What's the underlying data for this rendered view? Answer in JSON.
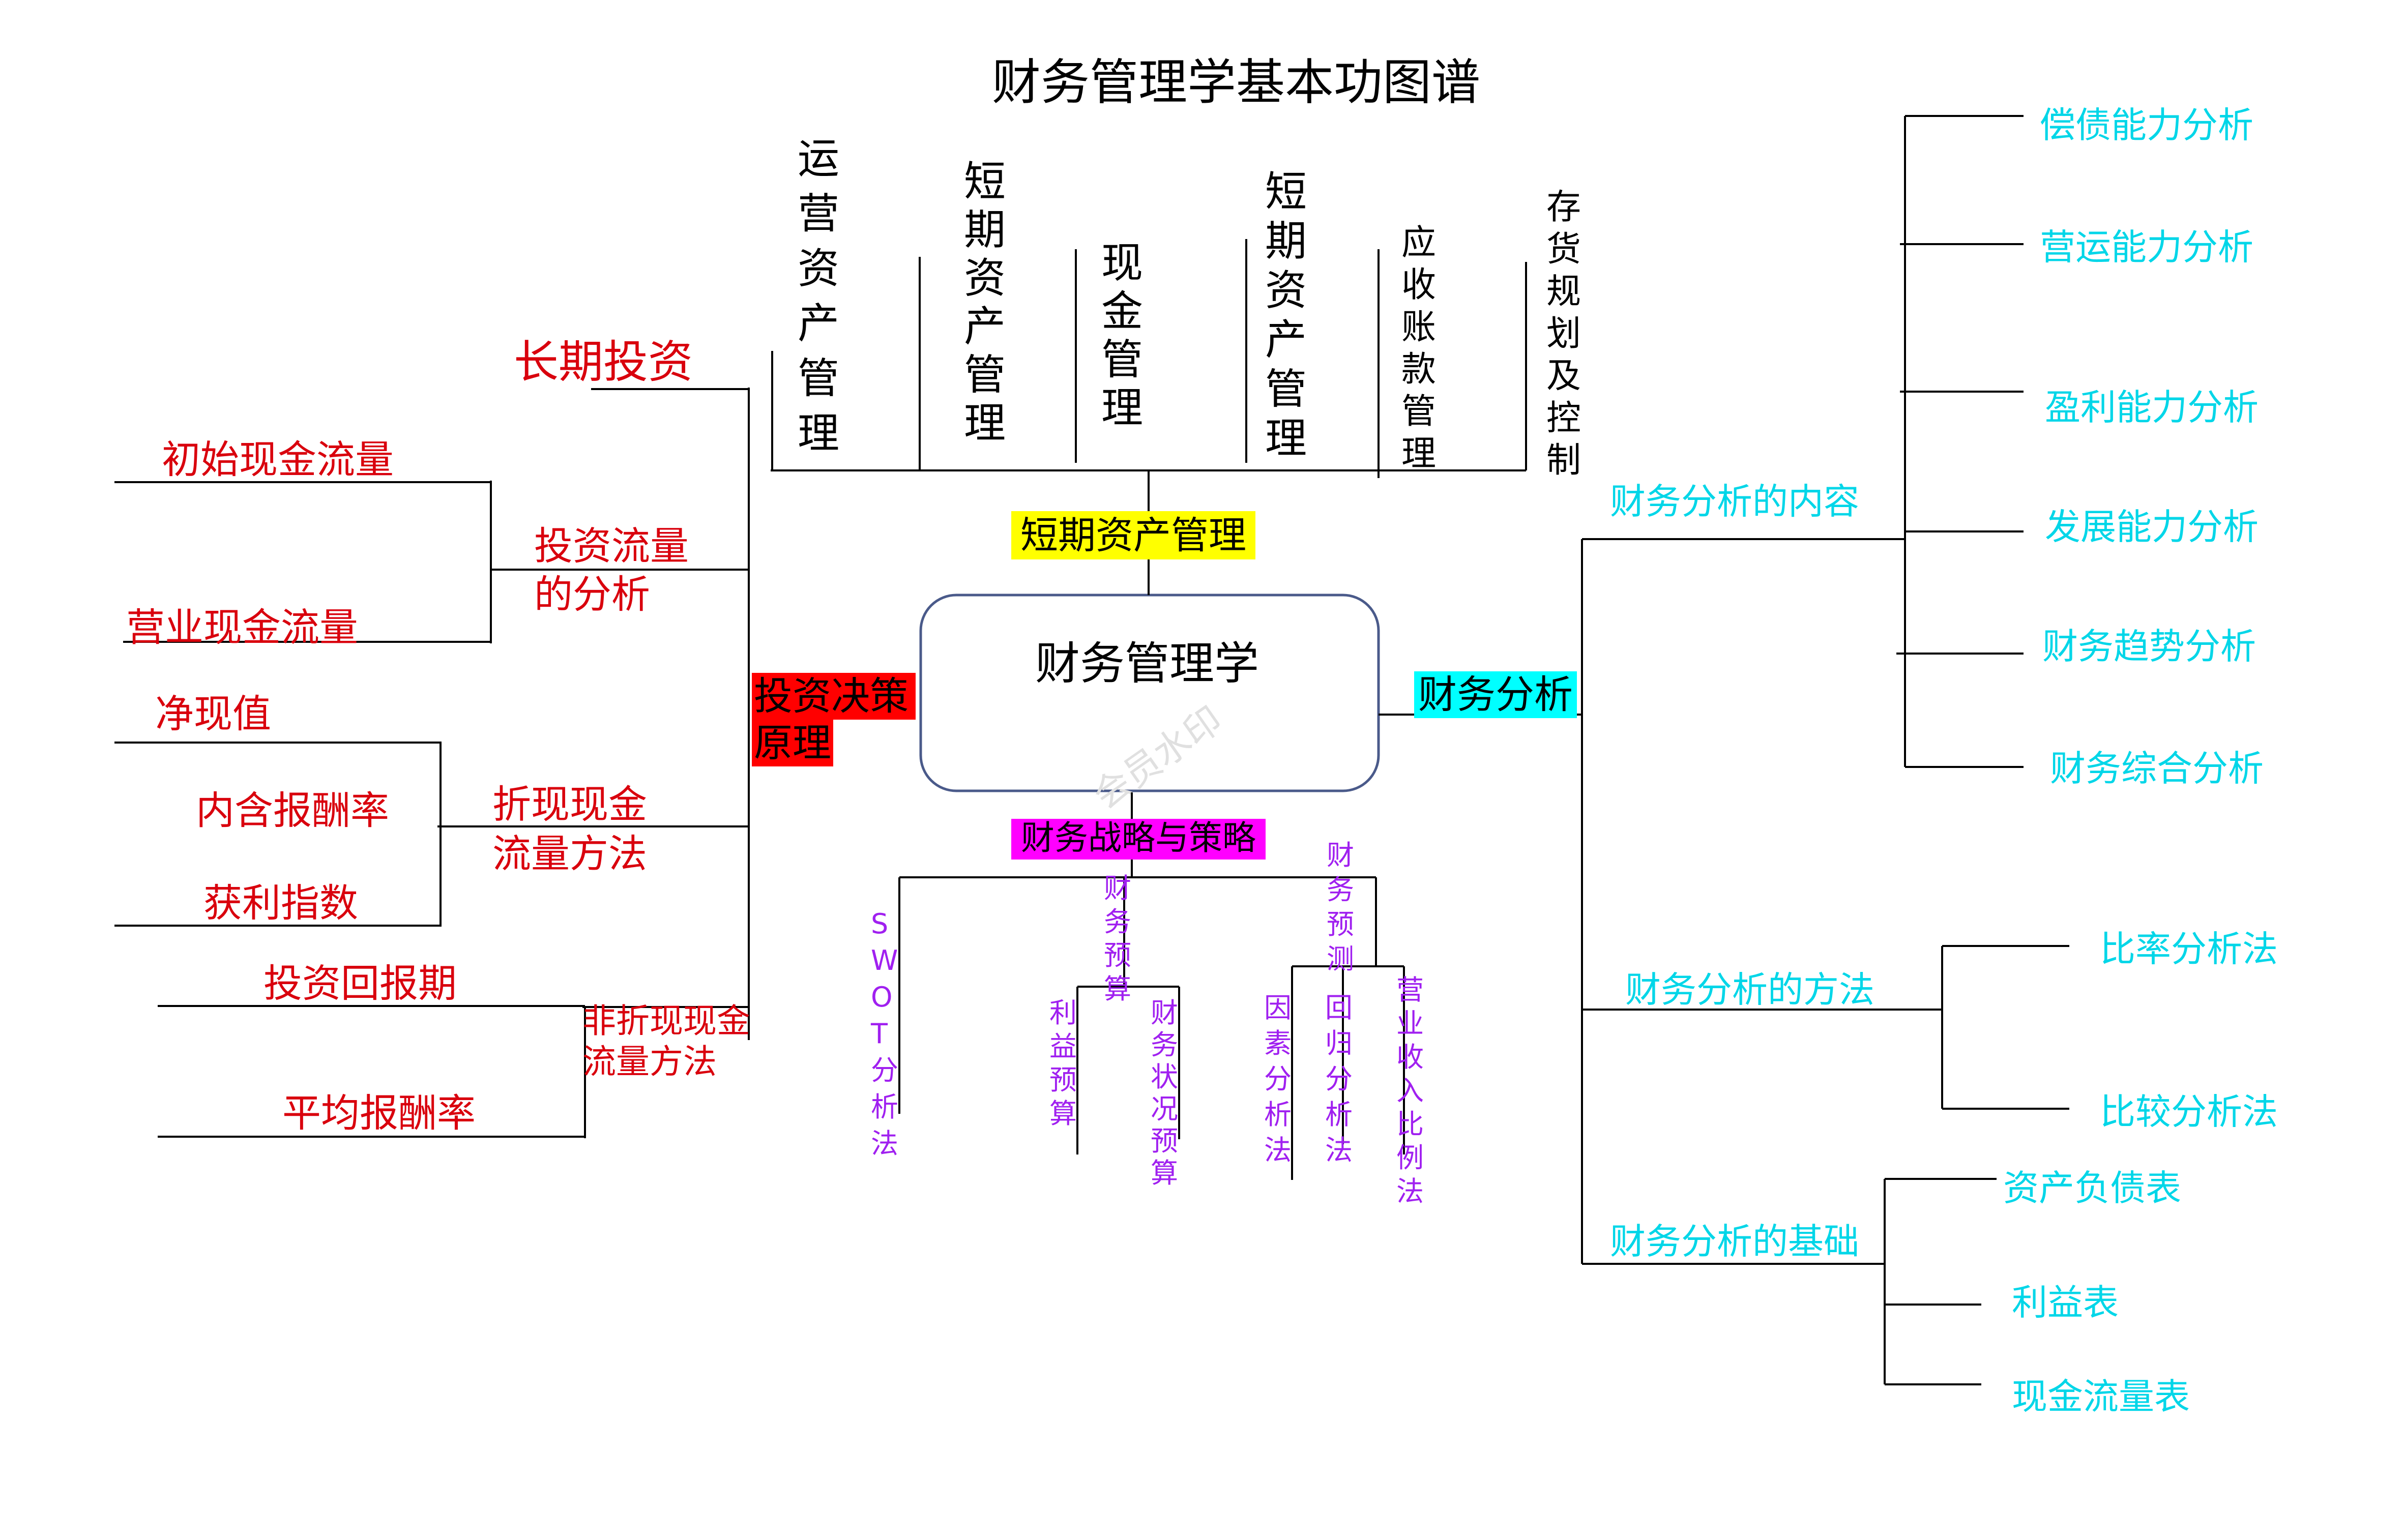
{
  "title": "财务管理学基本功图谱",
  "center": "财务管理学",
  "watermark": "会员水印",
  "colors": {
    "line": "#000000",
    "investment": "#d9000d",
    "strategy": "#a020f0",
    "analysis": "#00d6e8",
    "label_yellow_bg": "#ffff00",
    "label_red_bg": "#ff0000",
    "label_magenta_bg": "#ff00ff",
    "label_cyan_bg": "#00ffff",
    "center_border": "#4a5a8a"
  },
  "short_term": {
    "label": "短期资产管理",
    "items": [
      "运营资产管理",
      "短期资产管理",
      "现金管理",
      "短期资产管理",
      "应收账款管理",
      "存货规划及控制"
    ]
  },
  "investment": {
    "label_line1": "投资决策",
    "label_line2": "原理",
    "long_term": "长期投资",
    "flow_analysis": {
      "label_line1": "投资流量",
      "label_line2": "的分析",
      "initial": "初始现金流量",
      "operating": "营业现金流量"
    },
    "discounted": {
      "label_line1": "折现现金",
      "label_line2": "流量方法",
      "npv": "净现值",
      "irr": "内含报酬率",
      "pi": "获利指数"
    },
    "non_discounted": {
      "label_line1": "非折现现金",
      "label_line2": "流量方法",
      "payback": "投资回报期",
      "arr": "平均报酬率"
    }
  },
  "strategy": {
    "label": "财务战略与策略",
    "swot": "SWOT分析法",
    "budget": "财务预算",
    "profit_budget": "利益预算",
    "status_budget": "财务状况预算",
    "forecast": "财务预测",
    "factor": "因素分析法",
    "regression": "回归分析法",
    "revenue_ratio": "营业收入比例法"
  },
  "analysis": {
    "label": "财务分析",
    "content": {
      "label": "财务分析的内容",
      "items": [
        "偿债能力分析",
        "营运能力分析",
        "盈利能力分析",
        "发展能力分析",
        "财务趋势分析",
        "财务综合分析"
      ]
    },
    "methods": {
      "label": "财务分析的方法",
      "items": [
        "比率分析法",
        "比较分析法"
      ]
    },
    "basis": {
      "label": "财务分析的基础",
      "items": [
        "资产负债表",
        "利益表",
        "现金流量表"
      ]
    }
  }
}
